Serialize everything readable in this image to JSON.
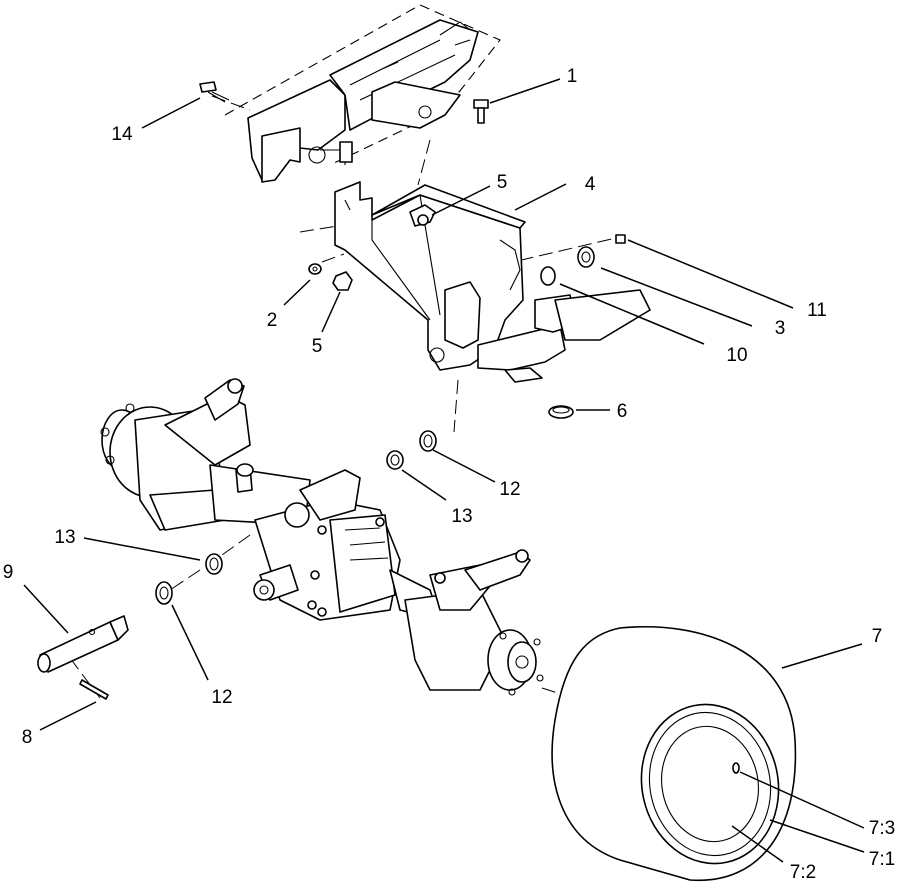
{
  "diagram": {
    "callouts": [
      {
        "id": "c1",
        "label": "1"
      },
      {
        "id": "c2",
        "label": "2"
      },
      {
        "id": "c3",
        "label": "3"
      },
      {
        "id": "c4",
        "label": "4"
      },
      {
        "id": "c5a",
        "label": "5"
      },
      {
        "id": "c5b",
        "label": "5"
      },
      {
        "id": "c6",
        "label": "6"
      },
      {
        "id": "c7",
        "label": "7"
      },
      {
        "id": "c7_1",
        "label": "7:1"
      },
      {
        "id": "c7_2",
        "label": "7:2"
      },
      {
        "id": "c7_3",
        "label": "7:3"
      },
      {
        "id": "c8",
        "label": "8"
      },
      {
        "id": "c9",
        "label": "9"
      },
      {
        "id": "c10",
        "label": "10"
      },
      {
        "id": "c11",
        "label": "11"
      },
      {
        "id": "c12a",
        "label": "12"
      },
      {
        "id": "c12b",
        "label": "12"
      },
      {
        "id": "c13a",
        "label": "13"
      },
      {
        "id": "c13b",
        "label": "13"
      },
      {
        "id": "c14",
        "label": "14"
      }
    ]
  }
}
